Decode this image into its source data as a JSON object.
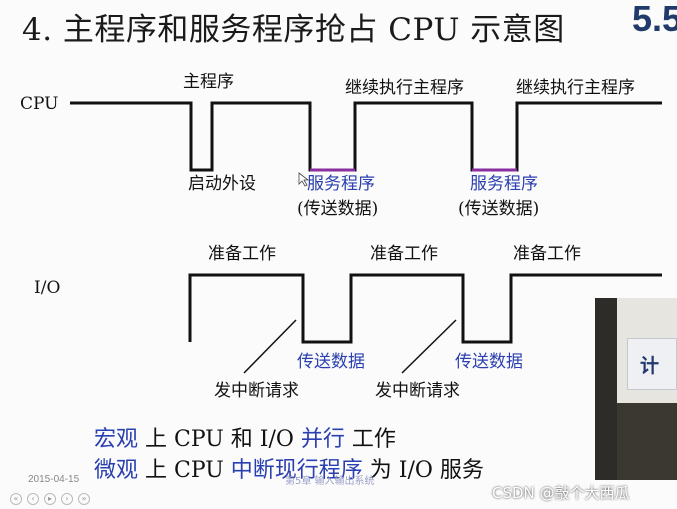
{
  "slide": {
    "title": "4. 主程序和服务程序抢占 CPU 示意图",
    "number": "5.5"
  },
  "diagram": {
    "cpu_axis": "CPU",
    "io_axis": "I/O",
    "cpu_labels": {
      "main_program": "主程序",
      "start_peripheral": "启动外设",
      "continue_1": "继续执行主程序",
      "continue_2": "继续执行主程序",
      "service_1": "服务程序",
      "transfer_1": "(传送数据)",
      "service_2": "服务程序",
      "transfer_2": "(传送数据)"
    },
    "io_labels": {
      "prepare_1": "准备工作",
      "prepare_2": "准备工作",
      "prepare_3": "准备工作",
      "transfer_1": "传送数据",
      "transfer_2": "传送数据",
      "interrupt_1": "发中断请求",
      "interrupt_2": "发中断请求"
    }
  },
  "summary": {
    "line1": {
      "a": "宏观",
      "b": " 上 CPU 和 I/O ",
      "c": "并行",
      "d": " 工作"
    },
    "line2": {
      "a": "微观",
      "b": " 上 CPU ",
      "c": "中断现行程序",
      "d": " 为 I/O 服务"
    }
  },
  "footer": {
    "date": "2015-04-15",
    "nav_icons": [
      "first-icon",
      "prev-icon",
      "play-icon",
      "next-icon",
      "last-icon"
    ],
    "middle_text": "第5章 输入输出系统",
    "watermark": "CSDN @敲个大西瓜"
  },
  "video": {
    "sign_text": "计"
  },
  "colors": {
    "accent_blue": "#2a3fb0",
    "service_line": "#8a2ea0",
    "slide_number": "#1f3a6b"
  }
}
